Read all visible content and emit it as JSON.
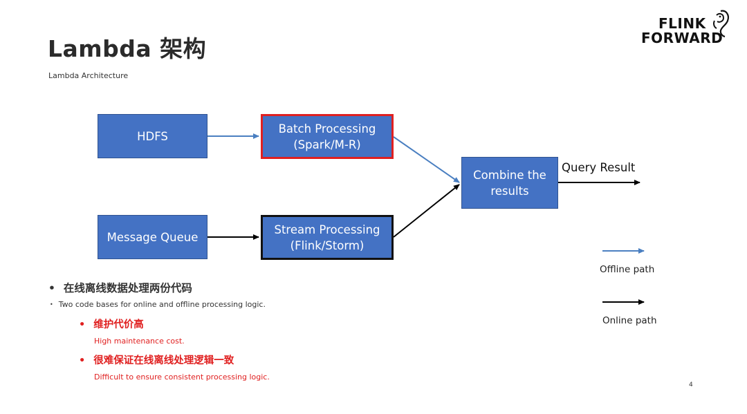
{
  "header": {
    "title": "Lambda 架构",
    "subtitle": "Lambda Architecture"
  },
  "logo": {
    "line1": "FLINK",
    "line2": "FORWARD",
    "icon": "squirrel-icon"
  },
  "diagram": {
    "nodes": {
      "hdfs": "HDFS",
      "message_queue": "Message Queue",
      "batch": "Batch Processing\n(Spark/M-R)",
      "stream": "Stream Processing\n(Flink/Storm)",
      "combine": "Combine the\nresults"
    },
    "query_result": "Query Result",
    "colors": {
      "box_fill": "#4472c4",
      "offline_arrow": "#4a7fc1",
      "online_arrow": "#000000",
      "batch_border": "#e02020",
      "stream_border": "#111111"
    }
  },
  "legend": {
    "offline": "Offline path",
    "online": "Online path"
  },
  "bullets": {
    "main_cn": "在线离线数据处理两份代码",
    "main_en": "Two code bases for online and offline processing logic.",
    "sub1_cn": "维护代价高",
    "sub1_en": "High maintenance cost.",
    "sub2_cn": "很难保证在线离线处理逻辑一致",
    "sub2_en": "Difficult to ensure consistent processing logic.",
    "bullet_glyph": "•",
    "highlight_color": "#e02020"
  },
  "page_number": "4"
}
